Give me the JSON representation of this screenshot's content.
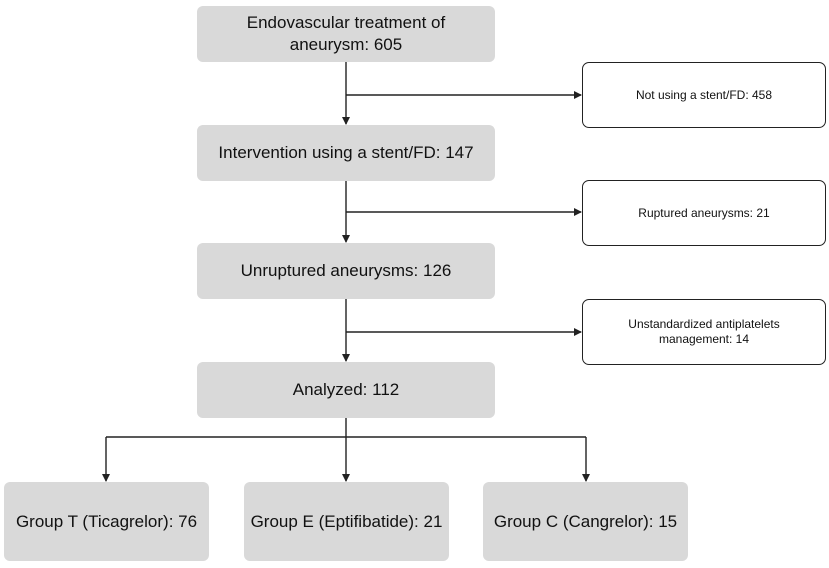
{
  "flow": {
    "start": {
      "line1": "Endovascular treatment of",
      "line2": "aneurysm: 605"
    },
    "stent": "Intervention using a stent/FD: 147",
    "unruptured": "Unruptured aneurysms: 126",
    "analyzed": "Analyzed: 112"
  },
  "exclusions": {
    "no_stent": "Not using a stent/FD: 458",
    "ruptured": "Ruptured aneurysms: 21",
    "unstandardized": {
      "line1": "Unstandardized antiplatelets",
      "line2": "management: 14"
    }
  },
  "groups": {
    "ticagrelor": "Group T (Ticagrelor): 76",
    "eptifibatide": "Group E (Eptifibatide): 21",
    "cangrelor": "Group C (Cangrelor): 15"
  },
  "colors": {
    "box_fill": "#d9d9d9",
    "line": "#222222",
    "background": "#ffffff"
  }
}
